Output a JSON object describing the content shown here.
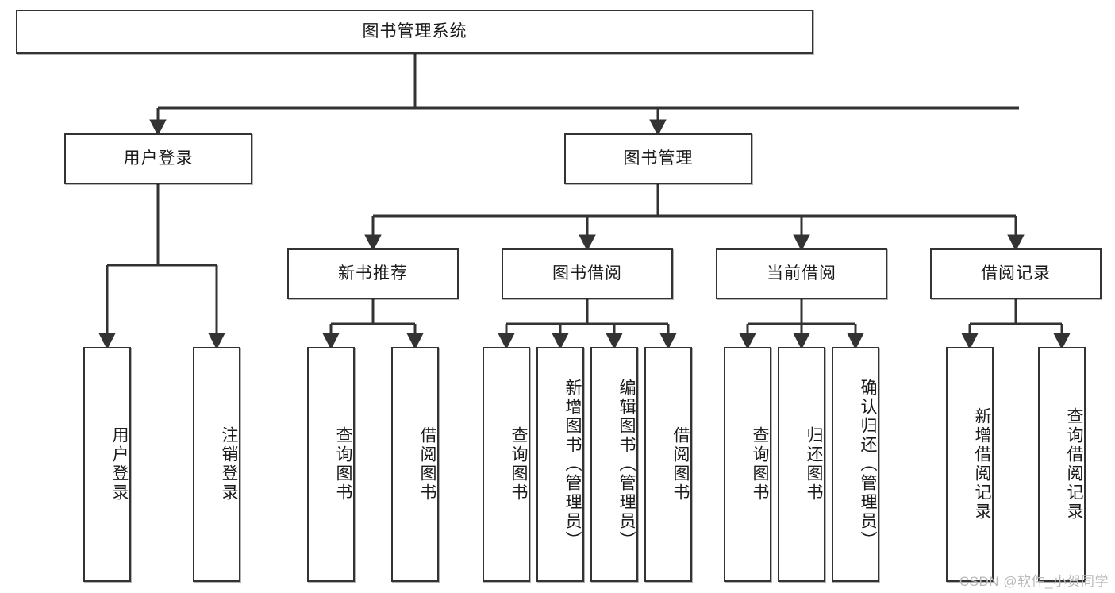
{
  "diagram": {
    "title": "图书管理系统",
    "watermark": "CSDN @软件_小贺同学",
    "stroke_color": "#333333",
    "background_color": "#ffffff",
    "text_color": "#1a1a1a",
    "root": {
      "label": "图书管理系统"
    },
    "level2": [
      {
        "label": "用户登录"
      },
      {
        "label": "图书管理"
      }
    ],
    "level3": [
      {
        "label": "新书推荐"
      },
      {
        "label": "图书借阅"
      },
      {
        "label": "当前借阅"
      },
      {
        "label": "借阅记录"
      }
    ],
    "leaves": {
      "user_login": [
        {
          "label": "用户登录"
        },
        {
          "label": "注销登录"
        }
      ],
      "new_book_recommend": [
        {
          "label": "查询图书"
        },
        {
          "label": "借阅图书"
        }
      ],
      "book_borrow": [
        {
          "label": "查询图书"
        },
        {
          "label": "新增图书（管理员）"
        },
        {
          "label": "编辑图书（管理员）"
        },
        {
          "label": "借阅图书"
        }
      ],
      "current_borrow": [
        {
          "label": "查询图书"
        },
        {
          "label": "归还图书"
        },
        {
          "label": "确认归还（管理员）"
        }
      ],
      "borrow_records": [
        {
          "label": "新增借阅记录"
        },
        {
          "label": "查询借阅记录"
        }
      ]
    }
  }
}
